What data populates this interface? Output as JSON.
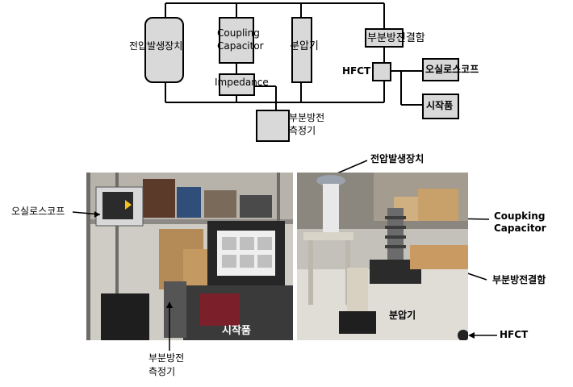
{
  "schematic": {
    "voltage_generator": "전압발생장치",
    "coupling_capacitor_line1": "Coupling",
    "coupling_capacitor_line2": "Capacitor",
    "impedance": "Impedance",
    "voltage_divider": "분압기",
    "pd_defect": "부분방전결함",
    "hfct": "HFCT",
    "oscilloscope": "오실로스코프",
    "specimen": "시작품",
    "pd_meter_line1": "부분방전",
    "pd_meter_line2": "측정기"
  },
  "photo_left": {
    "oscilloscope_label": "오실로스코프",
    "specimen_label": "시작품",
    "pd_meter_line1": "부분방전",
    "pd_meter_line2": "측정기"
  },
  "photo_right": {
    "voltage_generator_label": "전압발생장치",
    "coupling_line1": "Coupking",
    "coupling_line2": "Capacitor",
    "pd_defect_label": "부분방전결함",
    "voltage_divider_label": "분압기",
    "hfct_label": "HFCT"
  },
  "colors": {
    "box_fill": "#d9d9d9",
    "line": "#000000"
  }
}
